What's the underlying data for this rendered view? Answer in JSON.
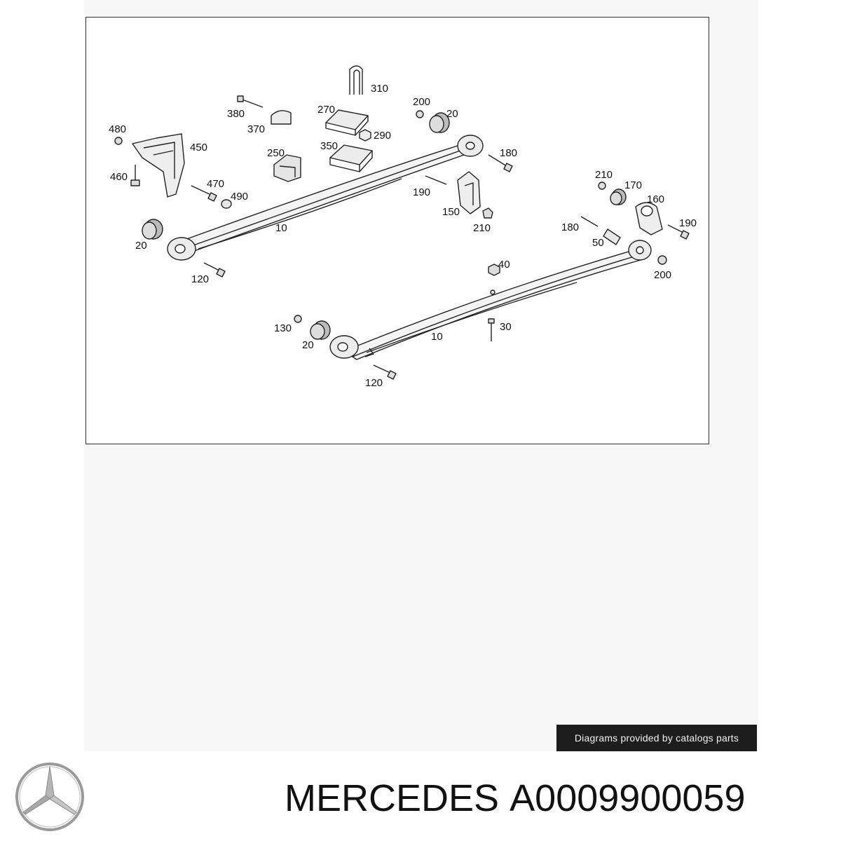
{
  "diagram": {
    "labels": [
      {
        "id": "p310",
        "text": "310"
      },
      {
        "id": "p200a",
        "text": "200"
      },
      {
        "id": "p20a",
        "text": "20"
      },
      {
        "id": "p270",
        "text": "270"
      },
      {
        "id": "p380",
        "text": "380"
      },
      {
        "id": "p370",
        "text": "370"
      },
      {
        "id": "p290",
        "text": "290"
      },
      {
        "id": "p480",
        "text": "480"
      },
      {
        "id": "p450",
        "text": "450"
      },
      {
        "id": "p250",
        "text": "250"
      },
      {
        "id": "p350",
        "text": "350"
      },
      {
        "id": "p180a",
        "text": "180"
      },
      {
        "id": "p460",
        "text": "460"
      },
      {
        "id": "p470",
        "text": "470"
      },
      {
        "id": "p490",
        "text": "490"
      },
      {
        "id": "p210a",
        "text": "210"
      },
      {
        "id": "p170",
        "text": "170"
      },
      {
        "id": "p190a",
        "text": "190"
      },
      {
        "id": "p160",
        "text": "160"
      },
      {
        "id": "p150",
        "text": "150"
      },
      {
        "id": "p210b",
        "text": "210"
      },
      {
        "id": "p180b",
        "text": "180"
      },
      {
        "id": "p190b",
        "text": "190"
      },
      {
        "id": "p10a",
        "text": "10"
      },
      {
        "id": "p20b",
        "text": "20"
      },
      {
        "id": "p50",
        "text": "50"
      },
      {
        "id": "p40",
        "text": "40"
      },
      {
        "id": "p120a",
        "text": "120"
      },
      {
        "id": "p200b",
        "text": "200"
      },
      {
        "id": "p130",
        "text": "130"
      },
      {
        "id": "p30",
        "text": "30"
      },
      {
        "id": "p20c",
        "text": "20"
      },
      {
        "id": "p10b",
        "text": "10"
      },
      {
        "id": "p120b",
        "text": "120"
      }
    ]
  },
  "credit": "Diagrams provided by catalogs parts",
  "footer": {
    "brand": "MERCEDES",
    "part_number": "A0009900059"
  }
}
